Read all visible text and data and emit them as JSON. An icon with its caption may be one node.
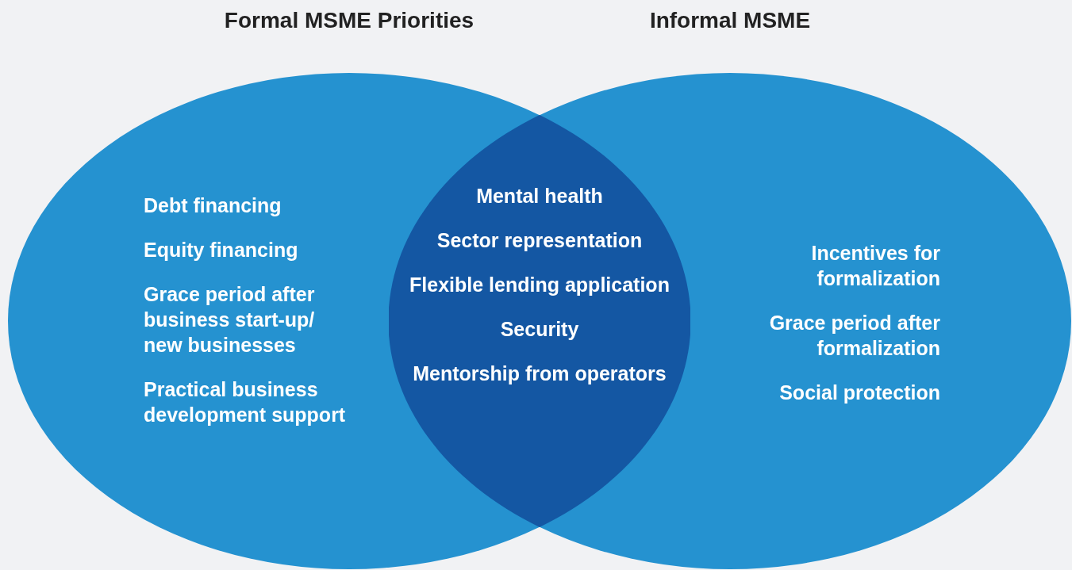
{
  "diagram": {
    "nodes": [
      {
        "text": [
          "Formal MSME Priorities",
          "Debt financing",
          "Equity financing",
          "Grace period after business start-up/ new businesses",
          "Practical business development support"
        ]
      },
      {
        "text": [
          "Informal MSME",
          "Incentives for formalization",
          "Grace period after formalization",
          "Social protection"
        ]
      },
      {
        "text": [
          "Mental health",
          "Sector representation",
          "Flexible lending application",
          "Security",
          "Mentorship from operators"
        ]
      }
    ],
    "edges": []
  }
}
